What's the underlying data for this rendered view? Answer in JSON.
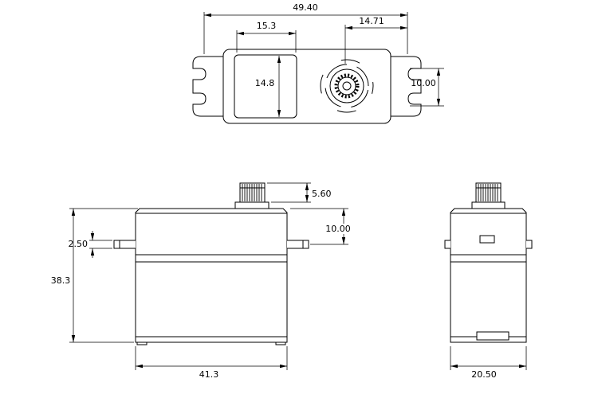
{
  "page": {
    "background": "#ffffff",
    "line_color": "#000000",
    "text_color": "#000000"
  },
  "top_view": {
    "overall_width": "49.40",
    "left_section_width": "15.3",
    "shaft_to_edge": "14.71",
    "inner_height": "14.8",
    "flange_height": "10.00"
  },
  "front_view": {
    "spline_height": "5.60",
    "top_to_flange": "10.00",
    "flange_thickness": "2.50",
    "body_height": "38.3",
    "body_width": "41.3"
  },
  "side_view": {
    "body_depth": "20.50"
  }
}
